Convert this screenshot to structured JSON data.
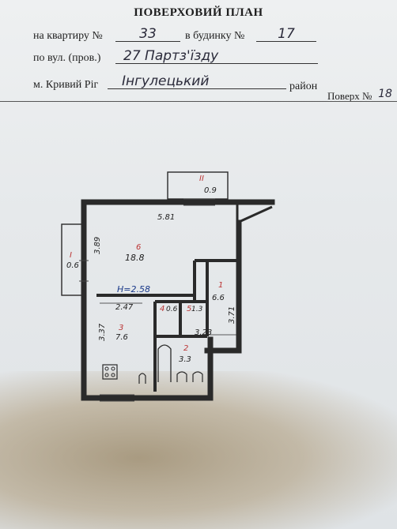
{
  "header": {
    "title": "ПОВЕРХОВИЙ ПЛАН",
    "apt_label": "на квартиру №",
    "apt_value": "33",
    "building_label": "в будинку №",
    "building_value": "17",
    "street_label": "по вул. (пров.)",
    "street_value": "27 Партз'їзду",
    "city_label": "м. Кривий Ріг",
    "district_value": "Інгулецький",
    "district_label": "район",
    "floor_label": "Поверх №",
    "floor_value": "18"
  },
  "plan": {
    "height_label": "H=2.58",
    "dimensions": {
      "top_width": "5.81",
      "left_height": "3.89",
      "kitchen_width": "2.47",
      "kitchen_height": "3.37",
      "right_height": "3.71",
      "bath_width": "3.23"
    },
    "rooms": [
      {
        "num": "II",
        "area": "0.9"
      },
      {
        "num": "I",
        "area": "0.6"
      },
      {
        "num": "6",
        "area": "18.8"
      },
      {
        "num": "1",
        "area": "6.6"
      },
      {
        "num": "3",
        "area": "7.6"
      },
      {
        "num": "4",
        "area": "0.6"
      },
      {
        "num": "5",
        "area": "1.3"
      },
      {
        "num": "2",
        "area": "3.3"
      }
    ]
  }
}
